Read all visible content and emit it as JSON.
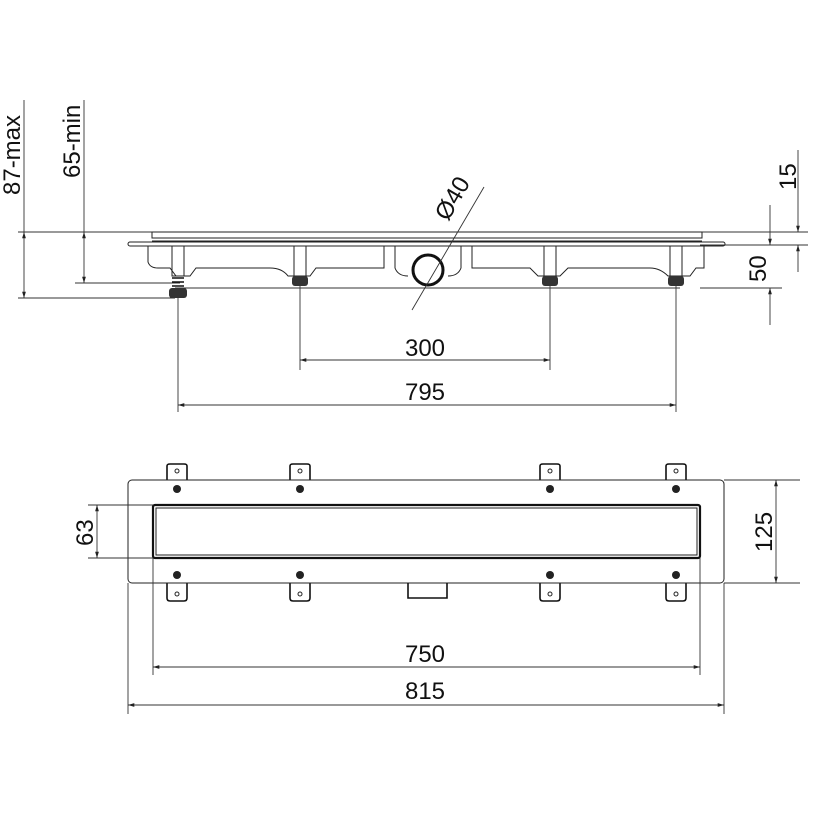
{
  "title": "Linear shower drain technical drawing",
  "side_view": {
    "max_height": "87-max",
    "min_height": "65-min",
    "outlet_diameter": "Ø40",
    "grate_height": "15",
    "body_height": "50",
    "inner_feet_spacing": "300",
    "outer_feet_spacing": "795"
  },
  "top_view": {
    "grate_width": "63",
    "overall_width": "125",
    "grate_length": "750",
    "overall_length": "815"
  },
  "colors": {
    "line": "#222222",
    "background": "#ffffff"
  }
}
